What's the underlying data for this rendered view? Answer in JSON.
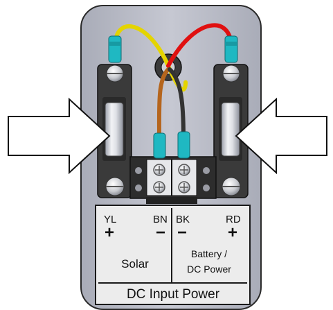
{
  "labels": {
    "solar_neg_code": "YL",
    "solar_pos_code": "BN",
    "batt_neg_code": "BK",
    "batt_pos_code": "RD",
    "plus_left": "+",
    "minus_left": "−",
    "minus_right": "−",
    "plus_right": "+",
    "solar": "Solar",
    "battery_line1": "Battery /",
    "battery_line2": "DC Power",
    "input_title": "DC Input Power"
  },
  "colors": {
    "yellow_wire": "#e4d400",
    "red_wire": "#e01010",
    "brown_wire": "#b5651d",
    "black_wire": "#333333",
    "connector": "#1fb8c2",
    "panel": "#bfc1cc",
    "label_plate": "#ececec"
  },
  "icons": {
    "left_arrow": "arrow-right-icon",
    "right_arrow": "arrow-left-icon",
    "fuse": "fuse-icon",
    "screw": "screw-icon",
    "terminal_block": "terminal-block-icon"
  }
}
